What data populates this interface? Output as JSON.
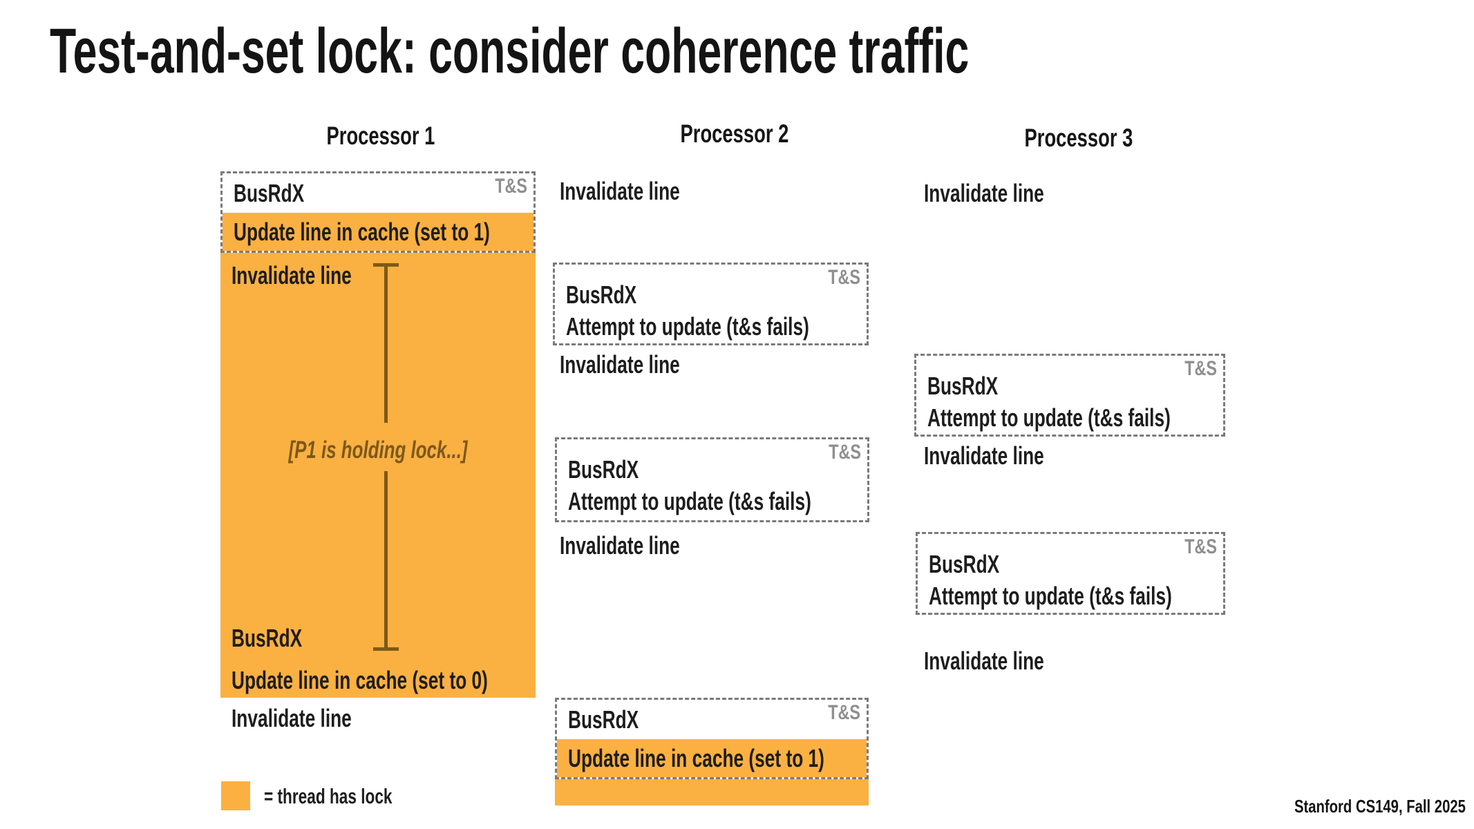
{
  "title": "Test-and-set lock: consider coherence traffic",
  "footer": "Stanford CS149, Fall 2025",
  "legend": {
    "label": "= thread has lock",
    "swatch_color": "#FBB042"
  },
  "colors": {
    "highlight_orange": "#FBB042",
    "bracket_brown": "#7D5A17",
    "hold_brown": "#7A591B",
    "tag_gray": "#8F8F8F",
    "border_gray": "#7A7A7A",
    "text_black": "#1D1D1D"
  },
  "columns": [
    {
      "header": "Processor 1",
      "events": [
        {
          "type": "box",
          "tag": "T&S",
          "lines": [
            "BusRdX",
            "Update line in cache (set to 1)"
          ],
          "highlight_line": 1
        },
        {
          "type": "highlight_block",
          "lines": [
            "Invalidate line",
            "[P1 is holding lock...]",
            "BusRdX",
            "Update line in cache (set to 0)"
          ]
        },
        {
          "type": "text",
          "label": "Invalidate line"
        }
      ]
    },
    {
      "header": "Processor 2",
      "events": [
        {
          "type": "text",
          "label": "Invalidate line"
        },
        {
          "type": "box",
          "tag": "T&S",
          "lines": [
            "BusRdX",
            "Attempt to update (t&s fails)"
          ]
        },
        {
          "type": "text",
          "label": "Invalidate line"
        },
        {
          "type": "box",
          "tag": "T&S",
          "lines": [
            "BusRdX",
            "Attempt to update (t&s fails)"
          ]
        },
        {
          "type": "text",
          "label": "Invalidate line"
        },
        {
          "type": "box",
          "tag": "T&S",
          "lines": [
            "BusRdX",
            "Update line in cache (set to 1)"
          ],
          "highlight_line": 1,
          "trailing_highlight_strip": true
        }
      ]
    },
    {
      "header": "Processor 3",
      "events": [
        {
          "type": "text",
          "label": "Invalidate line"
        },
        {
          "type": "box",
          "tag": "T&S",
          "lines": [
            "BusRdX",
            "Attempt to update (t&s fails)"
          ]
        },
        {
          "type": "text",
          "label": "Invalidate line"
        },
        {
          "type": "box",
          "tag": "T&S",
          "lines": [
            "BusRdX",
            "Attempt to update (t&s fails)"
          ]
        },
        {
          "type": "text",
          "label": "Invalidate line"
        }
      ]
    }
  ]
}
